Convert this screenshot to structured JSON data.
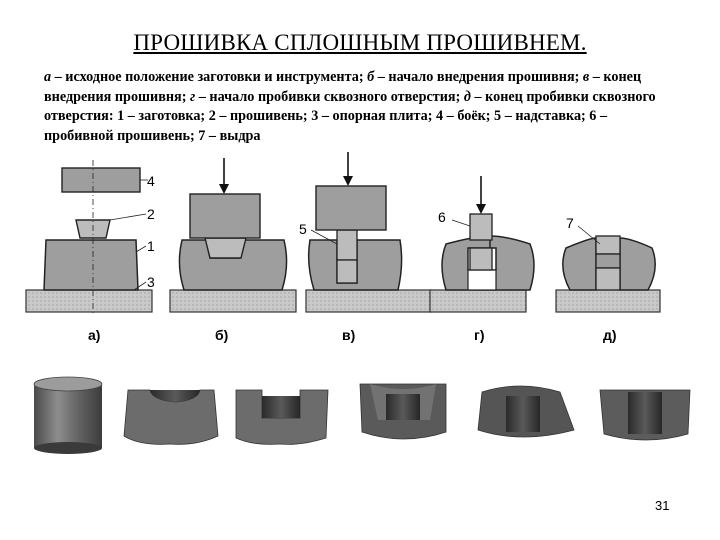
{
  "title": "ПРОШИВКА СПЛОШНЫМ ПРОШИВНЕМ.",
  "caption": {
    "a_label": "а",
    "a_text": " – исходное положение заготовки и инструмента; ",
    "b_label": "б",
    "b_text": " – начало внедрения прошивня; ",
    "v_label": "в",
    "v_text": " – конец внедрения прошивня; ",
    "g_label": "г",
    "g_text": " – начало пробивки сквозного отверстия; ",
    "d_label": "д",
    "d_text": " – конец пробивки сквозного отверстия: 1 – заготовка; 2 – прошивень; 3 – опорная плита; 4 – боёк; 5 – надставка; 6 – пробивной прошивень; 7 – выдра"
  },
  "stages": [
    {
      "label": "а)"
    },
    {
      "label": "б)"
    },
    {
      "label": "в)"
    },
    {
      "label": "г)"
    },
    {
      "label": "д)"
    }
  ],
  "callouts": {
    "n1": "1",
    "n2": "2",
    "n3": "3",
    "n4": "4",
    "n5": "5",
    "n6": "6",
    "n7": "7"
  },
  "page_number": "31",
  "colors": {
    "metal": "#a3a3a3",
    "metal_dark": "#7d7d7d",
    "plate": "#b5b5b5",
    "photo_dark": "#3a3a3a",
    "photo_mid": "#6e6e6e"
  }
}
